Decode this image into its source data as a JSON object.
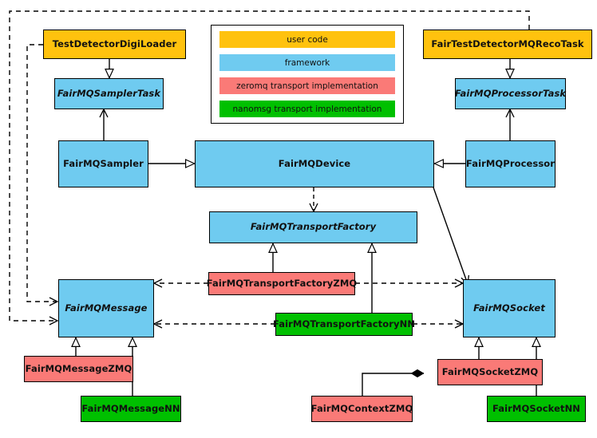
{
  "diagram": {
    "title": "FairMQ class diagram",
    "type": "uml-class-diagram",
    "palette": {
      "user_code": "#ffc20e",
      "framework": "#6fcbf0",
      "zeromq": "#fa7a77",
      "nanomsg": "#00c000",
      "line": "#000000",
      "background": "#ffffff"
    }
  },
  "legend": {
    "items": [
      {
        "label": "user code",
        "color": "#ffc20e",
        "key": "user-code"
      },
      {
        "label": "framework",
        "color": "#6fcbf0",
        "key": "framework"
      },
      {
        "label": "zeromq transport implementation",
        "color": "#fa7a77",
        "key": "zeromq"
      },
      {
        "label": "nanomsg transport implementation",
        "color": "#00c000",
        "key": "nanomsg"
      }
    ]
  },
  "nodes": [
    {
      "id": "TestDetectorDigiLoader",
      "label": "TestDetectorDigiLoader",
      "category": "user code",
      "abstract": false
    },
    {
      "id": "FairTestDetectorMQRecoTask",
      "label": "FairTestDetectorMQRecoTask",
      "category": "user code",
      "abstract": false
    },
    {
      "id": "FairMQSamplerTask",
      "label": "FairMQSamplerTask",
      "category": "framework",
      "abstract": true
    },
    {
      "id": "FairMQProcessorTask",
      "label": "FairMQProcessorTask",
      "category": "framework",
      "abstract": true
    },
    {
      "id": "FairMQSampler",
      "label": "FairMQSampler",
      "category": "framework",
      "abstract": false
    },
    {
      "id": "FairMQDevice",
      "label": "FairMQDevice",
      "category": "framework",
      "abstract": false
    },
    {
      "id": "FairMQProcessor",
      "label": "FairMQProcessor",
      "category": "framework",
      "abstract": false
    },
    {
      "id": "FairMQTransportFactory",
      "label": "FairMQTransportFactory",
      "category": "framework",
      "abstract": true
    },
    {
      "id": "FairMQTransportFactoryZMQ",
      "label": "FairMQTransportFactoryZMQ",
      "category": "zeromq",
      "abstract": false
    },
    {
      "id": "FairMQTransportFactoryNN",
      "label": "FairMQTransportFactoryNN",
      "category": "nanomsg",
      "abstract": false
    },
    {
      "id": "FairMQMessage",
      "label": "FairMQMessage",
      "category": "framework",
      "abstract": true
    },
    {
      "id": "FairMQSocket",
      "label": "FairMQSocket",
      "category": "framework",
      "abstract": true
    },
    {
      "id": "FairMQMessageZMQ",
      "label": "FairMQMessageZMQ",
      "category": "zeromq",
      "abstract": false
    },
    {
      "id": "FairMQMessageNN",
      "label": "FairMQMessageNN",
      "category": "nanomsg",
      "abstract": false
    },
    {
      "id": "FairMQSocketZMQ",
      "label": "FairMQSocketZMQ",
      "category": "zeromq",
      "abstract": false
    },
    {
      "id": "FairMQContextZMQ",
      "label": "FairMQContextZMQ",
      "category": "zeromq",
      "abstract": false
    },
    {
      "id": "FairMQSocketNN",
      "label": "FairMQSocketNN",
      "category": "nanomsg",
      "abstract": false
    }
  ],
  "edges": [
    {
      "from": "TestDetectorDigiLoader",
      "to": "FairMQSamplerTask",
      "kind": "generalization"
    },
    {
      "from": "FairTestDetectorMQRecoTask",
      "to": "FairMQProcessorTask",
      "kind": "generalization"
    },
    {
      "from": "FairMQSampler",
      "to": "FairMQSamplerTask",
      "kind": "association"
    },
    {
      "from": "FairMQProcessor",
      "to": "FairMQProcessorTask",
      "kind": "association"
    },
    {
      "from": "FairMQSampler",
      "to": "FairMQDevice",
      "kind": "generalization"
    },
    {
      "from": "FairMQProcessor",
      "to": "FairMQDevice",
      "kind": "generalization"
    },
    {
      "from": "FairMQDevice",
      "to": "FairMQTransportFactory",
      "kind": "dependency"
    },
    {
      "from": "FairMQDevice",
      "to": "FairMQSocket",
      "kind": "association"
    },
    {
      "from": "FairMQTransportFactoryZMQ",
      "to": "FairMQTransportFactory",
      "kind": "generalization"
    },
    {
      "from": "FairMQTransportFactoryNN",
      "to": "FairMQTransportFactory",
      "kind": "generalization"
    },
    {
      "from": "FairMQTransportFactoryZMQ",
      "to": "FairMQMessage",
      "kind": "dependency"
    },
    {
      "from": "FairMQTransportFactoryZMQ",
      "to": "FairMQSocket",
      "kind": "dependency"
    },
    {
      "from": "FairMQTransportFactoryNN",
      "to": "FairMQMessage",
      "kind": "dependency"
    },
    {
      "from": "FairMQTransportFactoryNN",
      "to": "FairMQSocket",
      "kind": "dependency"
    },
    {
      "from": "TestDetectorDigiLoader",
      "to": "FairMQMessage",
      "kind": "dependency"
    },
    {
      "from": "FairTestDetectorMQRecoTask",
      "to": "FairMQMessage",
      "kind": "dependency"
    },
    {
      "from": "FairMQMessageZMQ",
      "to": "FairMQMessage",
      "kind": "generalization"
    },
    {
      "from": "FairMQMessageNN",
      "to": "FairMQMessage",
      "kind": "generalization"
    },
    {
      "from": "FairMQSocketZMQ",
      "to": "FairMQSocket",
      "kind": "generalization"
    },
    {
      "from": "FairMQSocketNN",
      "to": "FairMQSocket",
      "kind": "generalization"
    },
    {
      "from": "FairMQContextZMQ",
      "to": "FairMQSocketZMQ",
      "kind": "composition"
    }
  ]
}
